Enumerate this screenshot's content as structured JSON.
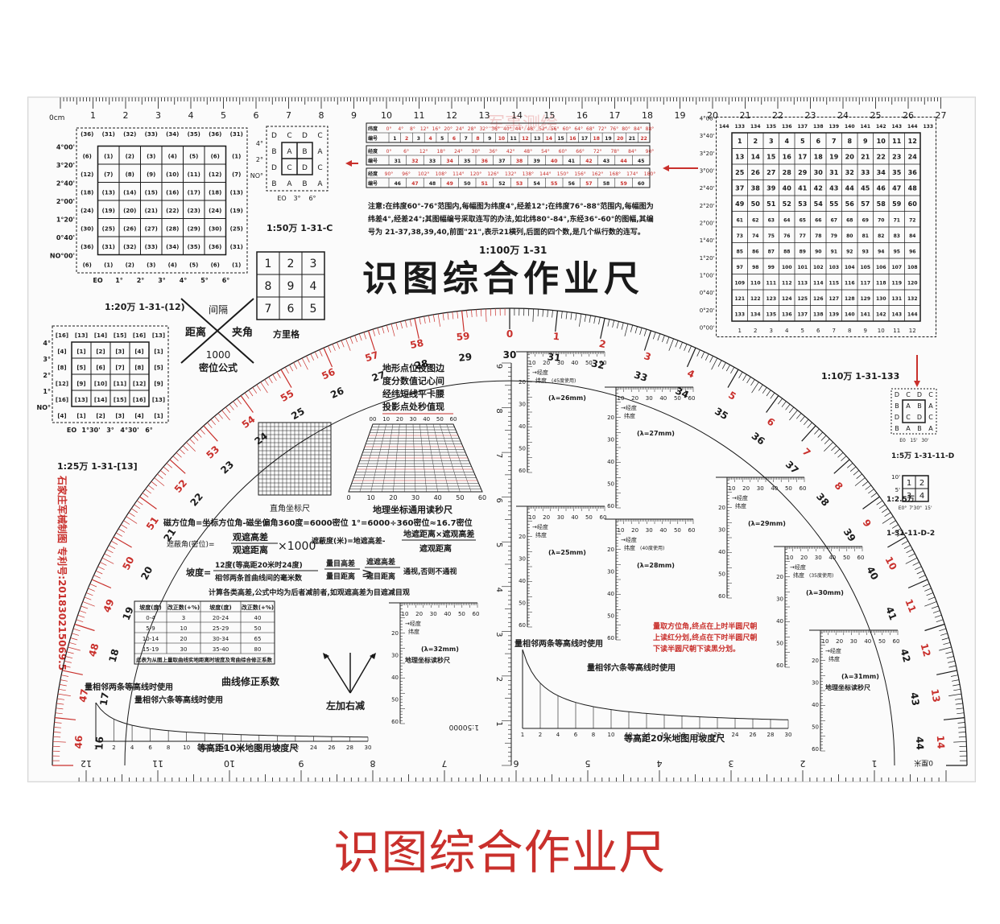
{
  "title": "识图综合作业尺",
  "caption": "识图综合作业尺",
  "colors": {
    "ink": "#1a1a1a",
    "red": "#c9302c",
    "paper": "#fbfbfb"
  },
  "top_scale": {
    "unit": "0cm",
    "labels": [
      "1",
      "2",
      "3",
      "4",
      "5",
      "6",
      "7",
      "8",
      "9",
      "10",
      "11",
      "12",
      "13",
      "14",
      "15",
      "16",
      "17",
      "18",
      "19",
      "20",
      "21",
      "22",
      "23",
      "24",
      "25",
      "26",
      "27"
    ]
  },
  "bottom_scale": {
    "labels": [
      "12",
      "11",
      "10",
      "9",
      "8",
      "7",
      "6",
      "5",
      "4",
      "3",
      "2",
      "1"
    ],
    "end_label": "0厘米"
  },
  "left_vertical": "石家庄军械制图 专利号:201830215069.5",
  "grid_200k": {
    "lat_labels": [
      "4°00'",
      "3°20'",
      "2°40'",
      "2°00'",
      "1°20'",
      "0°40'",
      "NO°00'"
    ],
    "lon_labels": [
      "EO",
      "1°",
      "2°",
      "3°",
      "4°",
      "5°",
      "6°"
    ],
    "top_row": [
      "(36)",
      "(31)",
      "(32)",
      "(33)",
      "(34)",
      "(35)",
      "(36)",
      "(31)"
    ],
    "rows": [
      [
        "(6)",
        "(1)",
        "(2)",
        "(3)",
        "(4)",
        "(5)",
        "(6)",
        "(1)"
      ],
      [
        "(12)",
        "(7)",
        "(8)",
        "(9)",
        "(10)",
        "(11)",
        "(12)",
        "(7)"
      ],
      [
        "(18)",
        "(13)",
        "(14)",
        "(15)",
        "(16)",
        "(17)",
        "(18)",
        "(13)"
      ],
      [
        "(24)",
        "(19)",
        "(20)",
        "(21)",
        "(22)",
        "(23)",
        "(24)",
        "(19)"
      ],
      [
        "(30)",
        "(25)",
        "(26)",
        "(27)",
        "(28)",
        "(29)",
        "(30)",
        "(25)"
      ],
      [
        "(36)",
        "(31)",
        "(32)",
        "(33)",
        "(34)",
        "(35)",
        "(36)",
        "(31)"
      ]
    ],
    "bottom_row": [
      "(6)",
      "(1)",
      "(2)",
      "(3)",
      "(4)",
      "(5)",
      "(6)",
      "(1)"
    ],
    "label": "1:20万 1-31-(12)"
  },
  "grid_500k": {
    "rows": [
      [
        "D",
        "C",
        "D",
        "C"
      ],
      [
        "B",
        "A",
        "B",
        "A"
      ],
      [
        "D",
        "C",
        "D",
        "C"
      ],
      [
        "B",
        "A",
        "B",
        "A"
      ]
    ],
    "lat_labels": [
      "4°",
      "2°",
      "NO°"
    ],
    "lon_labels": [
      "EO",
      "3°",
      "6°"
    ],
    "label": "1:50万 1-31-C"
  },
  "grid_250k": {
    "lat_labels": [
      "4°",
      "3°",
      "2°",
      "1°",
      "NO°"
    ],
    "lon_labels": [
      "EO",
      "1°30'",
      "3°",
      "4°30'",
      "6°"
    ],
    "rows": [
      [
        "[16]",
        "[13]",
        "[14]",
        "[15]",
        "[16]",
        "[13]"
      ],
      [
        "[4]",
        "[1]",
        "[2]",
        "[3]",
        "[4]",
        "[1]"
      ],
      [
        "[8]",
        "[5]",
        "[6]",
        "[7]",
        "[8]",
        "[5]"
      ],
      [
        "[12]",
        "[9]",
        "[10]",
        "[11]",
        "[12]",
        "[9]"
      ],
      [
        "[16]",
        "[13]",
        "[14]",
        "[15]",
        "[16]",
        "[13]"
      ],
      [
        "[4]",
        "[1]",
        "[2]",
        "[3]",
        "[4]",
        "[1]"
      ]
    ],
    "label": "1:25万 1-31-[13]"
  },
  "square_grid": {
    "rows": [
      [
        "1",
        "2",
        "3"
      ],
      [
        "8",
        "9",
        "4"
      ],
      [
        "7",
        "6",
        "5"
      ]
    ],
    "label": "方里格"
  },
  "density_formula": {
    "top": "间隔",
    "left": "距离",
    "right": "夹角",
    "bottom1": "1000",
    "bottom2": "密位公式"
  },
  "million_band": {
    "row1_label": "纬度",
    "row1_values": [
      "0°",
      "4°",
      "8°",
      "12°",
      "16°",
      "20°",
      "24°",
      "28°",
      "32°",
      "36°",
      "40°",
      "44°",
      "48°",
      "52°",
      "56°",
      "60°",
      "64°",
      "68°",
      "72°",
      "76°",
      "80°",
      "84°",
      "88°"
    ],
    "row1_num_label": "编号",
    "row1_nums": [
      "1",
      "2",
      "3",
      "4",
      "5",
      "6",
      "7",
      "8",
      "9",
      "10",
      "11",
      "12",
      "13",
      "14",
      "15",
      "16",
      "17",
      "18",
      "19",
      "20",
      "21",
      "22"
    ],
    "row2_label": "经度",
    "row2_values": [
      "0°",
      "6°",
      "12°",
      "18°",
      "24°",
      "30°",
      "36°",
      "42°",
      "48°",
      "54°",
      "60°",
      "66°",
      "72°",
      "78°",
      "84°",
      "90°"
    ],
    "row2_num_label": "编号",
    "row2_nums": [
      "31",
      "32",
      "33",
      "34",
      "35",
      "36",
      "37",
      "38",
      "39",
      "40",
      "41",
      "42",
      "43",
      "44",
      "45"
    ],
    "row3_values": [
      "90°",
      "96°",
      "102°",
      "108°",
      "114°",
      "120°",
      "126°",
      "132°",
      "138°",
      "144°",
      "150°",
      "156°",
      "162°",
      "168°",
      "174°",
      "180°"
    ],
    "row3_nums": [
      "46",
      "47",
      "48",
      "49",
      "50",
      "51",
      "52",
      "53",
      "54",
      "55",
      "56",
      "57",
      "58",
      "59",
      "60"
    ],
    "note": "注意:在纬度60°-76°范围内,每幅图为纬度4°,经差12°;在纬度76°-88°范围内,每幅图为纬差4°,经差24°;其图幅编号采取连写的办法,如北纬80°-84°,东经36°-60°的图幅,其编号为 21-37,38,39,40,前面\"21\",表示21横列,后面的四个数,是几个纵行数的连写。",
    "label": "1:100万 1-31"
  },
  "grid_100k": {
    "lat_labels": [
      "4°00'",
      "3°40'",
      "3°20'",
      "3°00'",
      "2°40'",
      "2°20'",
      "2°00'",
      "1°40'",
      "1°20'",
      "1°00'",
      "0°40'",
      "0°20'",
      "0°00'"
    ],
    "top_row": [
      "144",
      "133",
      "134",
      "135",
      "136",
      "137",
      "138",
      "139",
      "140",
      "141",
      "142",
      "143",
      "144",
      "133"
    ],
    "label": "1:10万 1-31-133"
  },
  "grid_50k": {
    "rows": [
      [
        "D",
        "C",
        "D",
        "C"
      ],
      [
        "B",
        "A",
        "B",
        "A"
      ],
      [
        "D",
        "C",
        "D",
        "C"
      ],
      [
        "B",
        "A",
        "B",
        "A"
      ]
    ],
    "lon_labels": [
      "E0",
      "15'",
      "30'"
    ],
    "label": "1:5万 1-31-11-D"
  },
  "grid_25k": {
    "rows": [
      [
        "1",
        "2"
      ],
      [
        "3",
        "4"
      ]
    ],
    "lat_labels": [
      "10'",
      "5'"
    ],
    "lon_labels": [
      "E0°",
      "7'30\"",
      "15'"
    ],
    "label1": "1:2.5万",
    "label2": "1-31-11-D-2"
  },
  "protractor": {
    "outer_labels": [
      "46",
      "47",
      "48",
      "49",
      "50",
      "51",
      "52",
      "53",
      "54",
      "55",
      "56",
      "57",
      "58",
      "59",
      "0",
      "1",
      "2",
      "3",
      "4",
      "5",
      "6",
      "7",
      "8",
      "9",
      "10",
      "11",
      "12",
      "13",
      "14"
    ],
    "inner_labels": [
      "16",
      "17",
      "18",
      "19",
      "20",
      "21",
      "22",
      "23",
      "24",
      "25",
      "26",
      "27",
      "28",
      "29",
      "30",
      "31",
      "32",
      "33",
      "34",
      "35",
      "36",
      "37",
      "38",
      "39",
      "40",
      "41",
      "42",
      "43",
      "44"
    ]
  },
  "center_text": {
    "map_tip": [
      "地形点位投图边",
      "度分数值记心间",
      "经纬短线平卡腰",
      "投影点处秒值现"
    ],
    "coord_ruler": "直角坐标尺",
    "geo_ruler": "地理坐标通用读秒尺",
    "geo_scale": [
      "00",
      "10",
      "20",
      "30",
      "40",
      "50",
      "60"
    ],
    "geo_bottom": [
      "0",
      "10",
      "20",
      "30",
      "40",
      "50",
      "60"
    ],
    "formula1": "磁方位角=坐标方位角-磁坐偏角360度=6000密位 1°=6000÷360密位≈16.7密位",
    "formula2_label": "遮蔽角(密位)=",
    "formula2_top": "观遮高差",
    "formula2_bottom": "观遮距离",
    "formula2_mult": "×1000",
    "formula3_label": "遮蔽度(米)=地遮高差-",
    "formula3_top": "地遮距离×遮观高差",
    "formula3_bottom": "遮观距离",
    "formula4_label": "坡度=",
    "formula4_top": "12度(等高距20米时24度)",
    "formula4_bottom": "相邻两条首曲线间的毫米数",
    "formula5_a": "量目高差",
    "formula5_b": "量目距离",
    "formula5_c": "遮遮高差",
    "formula5_d": "遮目距离",
    "formula5_e": "通视,否则不通视",
    "formula6": "计算各类高差,公式中均为后者减前者,如观遮高差为目遮减目观",
    "table_headers": [
      "坡度(度)",
      "改正数(+%)",
      "坡度(度)",
      "改正数(+%)"
    ],
    "table_rows": [
      [
        "0-4",
        "3",
        "20-24",
        "40"
      ],
      [
        "5-9",
        "10",
        "25-29",
        "50"
      ],
      [
        "10-14",
        "20",
        "30-34",
        "65"
      ],
      [
        "15-19",
        "30",
        "35-40",
        "80"
      ]
    ],
    "table_note": "此表为从图上量取曲线实地距离时坡度及弯曲综合修正系数",
    "table_title": "曲线修正系数",
    "left_add": "左加右减",
    "slope_use_2": "量相邻两条等高线时使用",
    "slope_use_6": "量相邻六条等高线时使用",
    "slope10_label": "等高距10米地图用坡度尺",
    "slope20_label": "等高距20米地图用坡度尺",
    "slope_axis": [
      "1",
      "2",
      "4",
      "6",
      "8",
      "10",
      "12",
      "14",
      "16",
      "18",
      "20",
      "22",
      "24",
      "26",
      "28",
      "30"
    ],
    "slope_axis20": [
      "1",
      "2",
      "4",
      "6",
      "8",
      "10",
      "12",
      "14",
      "16",
      "18",
      "20",
      "22",
      "24",
      "26",
      "28",
      "30"
    ],
    "scale_code": "1:50000"
  },
  "readers": [
    {
      "lambda": "(λ=26mm)",
      "note": "(45度使用)",
      "lon": "→经度",
      "lat": "纬度"
    },
    {
      "lambda": "(λ=27mm)",
      "lon": "→经度",
      "lat": "纬度"
    },
    {
      "lambda": "(λ=25mm)",
      "lon": "→经度",
      "lat": "纬度"
    },
    {
      "lambda": "(λ=28mm)",
      "note": "(40度使用)",
      "lon": "→经度",
      "lat": "纬度"
    },
    {
      "lambda": "(λ=29mm)",
      "lon": "→经度",
      "lat": "纬度"
    },
    {
      "lambda": "(λ=30mm)",
      "note": "(35度使用)",
      "lon": "→经度",
      "lat": "纬度"
    },
    {
      "lambda": "(λ=31mm)",
      "lon": "→经度",
      "lat": "纬度",
      "title": "地理坐标读秒尺"
    },
    {
      "lambda": "(λ=32mm)",
      "lon": "→经度",
      "lat": "纬度",
      "title": "地理坐标读秒尺"
    }
  ],
  "reader_scale": [
    "10",
    "20",
    "30",
    "40",
    "50",
    "60"
  ],
  "reader_vscale": [
    "20",
    "30",
    "40",
    "50",
    "60"
  ],
  "right_note": [
    "量取方位角,终点在上时半圆尺朝",
    "上读红分划,终点在下时半圆尺朝",
    "下读半圆尺朝下读黑分划。"
  ],
  "vruler_labels": [
    "9",
    "8",
    "7",
    "6",
    "5",
    "4",
    "3",
    "2",
    "1"
  ],
  "watermark": "军事测绘"
}
